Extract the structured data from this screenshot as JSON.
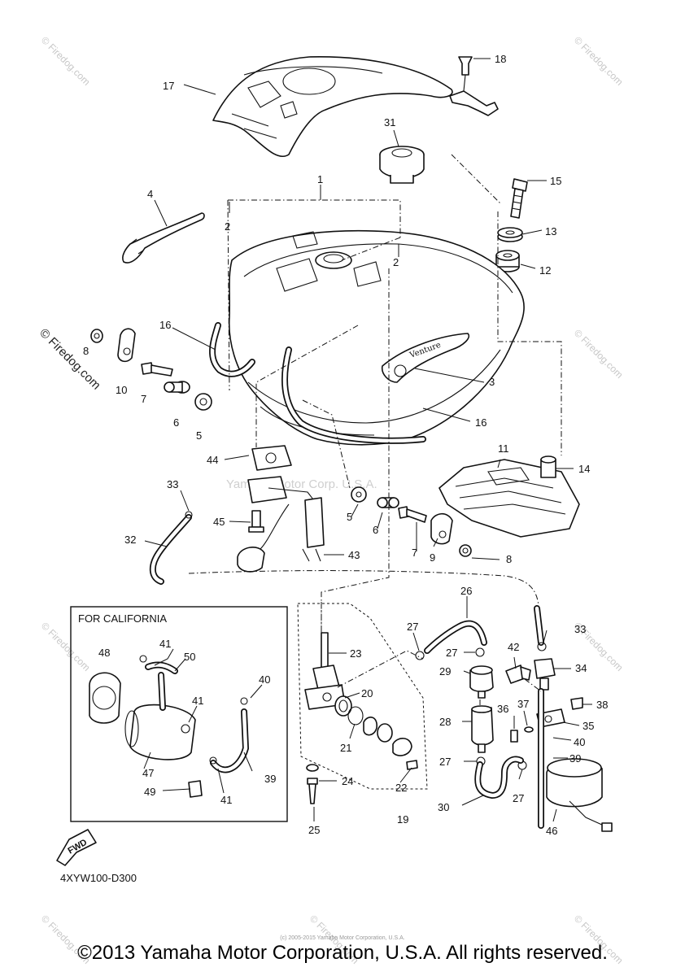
{
  "diagram": {
    "callouts": {
      "c1": "1",
      "c2a": "2",
      "c2b": "2",
      "c3": "3",
      "c4": "4",
      "c5a": "5",
      "c5b": "5",
      "c6a": "6",
      "c6b": "6",
      "c7a": "7",
      "c7b": "7",
      "c8a": "8",
      "c8b": "8",
      "c9": "9",
      "c10": "10",
      "c11": "11",
      "c12": "12",
      "c13": "13",
      "c14": "14",
      "c15": "15",
      "c16a": "16",
      "c16b": "16",
      "c17": "17",
      "c18": "18",
      "c19": "19",
      "c20": "20",
      "c21": "21",
      "c22": "22",
      "c23": "23",
      "c24": "24",
      "c25": "25",
      "c26": "26",
      "c27a": "27",
      "c27b": "27",
      "c27c": "27",
      "c27d": "27",
      "c28": "28",
      "c29": "29",
      "c30": "30",
      "c31": "31",
      "c32": "32",
      "c33a": "33",
      "c33b": "33",
      "c34": "34",
      "c35": "35",
      "c36": "36",
      "c37": "37",
      "c38": "38",
      "c39a": "39",
      "c39b": "39",
      "c40a": "40",
      "c40b": "40",
      "c41a": "41",
      "c41b": "41",
      "c41c": "41",
      "c42": "42",
      "c43": "43",
      "c44": "44",
      "c45": "45",
      "c46": "46",
      "c47": "47",
      "c48": "48",
      "c49": "49",
      "c50": "50"
    },
    "california_box_title": "FOR CALIFORNIA",
    "fwd_label": "FWD",
    "diagram_code": "4XYW100-D300",
    "side_watermark": "© Firedog.com",
    "center_watermark": "Yamaha Motor Corp. U.S.A.",
    "corner_watermark": "© Firedog.com"
  },
  "footer": {
    "copyright": "©2013 Yamaha Motor Corporation, U.S.A. All rights reserved.",
    "tiny_credit": "(c) 2005-2015 Yamaha Motor Corporation, U.S.A."
  }
}
